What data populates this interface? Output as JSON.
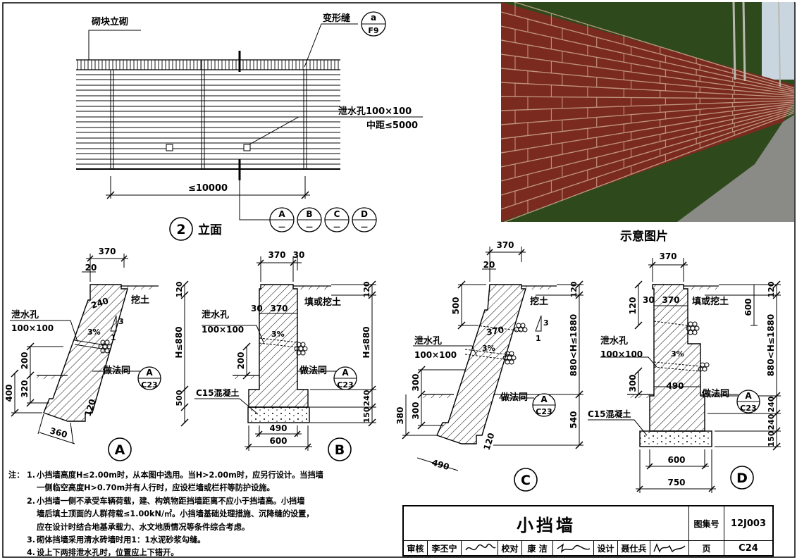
{
  "elevation": {
    "brick_label": "砌块立砌",
    "joint_label": "变形缝",
    "joint_ref_top": "a",
    "joint_ref_bottom": "F9",
    "weep_label_1": "泄水孔100×100",
    "weep_label_2": "中距≤5000",
    "span_label": "≤10000",
    "number": "2",
    "title": "立面",
    "section_refs": [
      "A",
      "B",
      "C",
      "D"
    ],
    "ref_sub": "—"
  },
  "photo": {
    "caption": "示意图片"
  },
  "sections": {
    "A": {
      "letter": "A",
      "top_width": "370",
      "top_offset": "20",
      "thickness_top": "240",
      "slope_num": "3",
      "slope_den": "1",
      "soil_label": "挖土",
      "weep_label_1": "泄水孔",
      "weep_label_2": "100×100",
      "fall": "3%",
      "dim_200": "200",
      "dim_320": "320",
      "dim_400": "400",
      "base_width": "360",
      "toe_dim": "120",
      "ref_text": "做法同",
      "ref_top": "A",
      "ref_bottom": "C23"
    },
    "B": {
      "letter": "B",
      "top_width": "370",
      "top_offset": "30",
      "soil_label": "填或挖土",
      "side_30": "30",
      "inner_370": "370",
      "weep_label_1": "泄水孔",
      "weep_label_2": "100×100",
      "fall": "3%",
      "dim_200": "200",
      "concrete": "C15混凝土",
      "w_490": "490",
      "w_600": "600",
      "v_120": "120",
      "v_H": "H≤880",
      "v_500": "500",
      "v_240": "240",
      "v_150": "150",
      "ref_text": "做法同",
      "ref_top": "A",
      "ref_bottom": "C23"
    },
    "C": {
      "letter": "C",
      "top_width": "370",
      "top_offset": "20",
      "soil_label": "挖土",
      "slope_num": "3",
      "slope_den": "1",
      "inner_370": "370",
      "weep_label_1": "泄水孔",
      "weep_label_2": "100×100",
      "fall": "3%",
      "dim_500": "500",
      "dim_300a": "300",
      "dim_300b": "300",
      "dim_380": "380",
      "base_width": "490",
      "toe_dim": "120",
      "v_120": "120",
      "v_H": "880<H≤1880",
      "v_540": "540",
      "ref_text": "做法同",
      "ref_top": "A",
      "ref_bottom": "C23"
    },
    "D": {
      "letter": "D",
      "top_width": "370",
      "side_30": "30",
      "inner_370": "370",
      "soil_label": "填或挖土",
      "dim_600": "600",
      "weep_label_1": "泄水孔",
      "weep_label_2": "100×100",
      "fall": "3%",
      "dim_300": "300",
      "mid_490": "490",
      "concrete": "C15混凝土",
      "w_600": "600",
      "w_750": "750",
      "v_120": "120",
      "v_H": "880<H≤1880",
      "v_240a": "240",
      "v_240b": "240",
      "v_150": "150",
      "ref_text": "做法同",
      "ref_top": "A",
      "ref_bottom": "C23"
    }
  },
  "notes": {
    "prefix": "注：",
    "items": [
      {
        "n": "1.",
        "lines": [
          "小挡墙高度H≤2.00m时，从本图中选用。当H>2.00m时，应另行设计。当挡墙",
          "一侧临空高度H>0.70m并有人行时，应设栏墙或栏杆等防护设施。"
        ]
      },
      {
        "n": "2.",
        "lines": [
          "小挡墙一侧不承受车辆荷载，建、构筑物距挡墙距离不应小于挡墙高。小挡墙",
          "墙后填土顶面的人群荷载≤1.00kN/㎡。小挡墙基础处理措施、沉降缝的设置，",
          "应在设计时结合地基承载力、水文地质情况等条件综合考虑。"
        ]
      },
      {
        "n": "3.",
        "lines": [
          "砌体挡墙采用清水砖墙时用1：1水泥砂浆勾缝。"
        ]
      },
      {
        "n": "4.",
        "lines": [
          "设上下两排泄水孔时，位置应上下错开。"
        ]
      }
    ]
  },
  "title_block": {
    "title": "小挡墙",
    "atlas_label": "图集号",
    "atlas_no": "12J003",
    "review_label": "审核",
    "reviewer": "李丕宁",
    "check_label": "校对",
    "checker": "康 洁",
    "design_label": "设计",
    "designer": "聂仕兵",
    "page_label": "页",
    "page_no": "C24"
  },
  "colors": {
    "brick": "#7a2a1e",
    "mortar": "#c9a38f",
    "foliage": "#2e4a1c",
    "pavement": "#8a8a86"
  }
}
